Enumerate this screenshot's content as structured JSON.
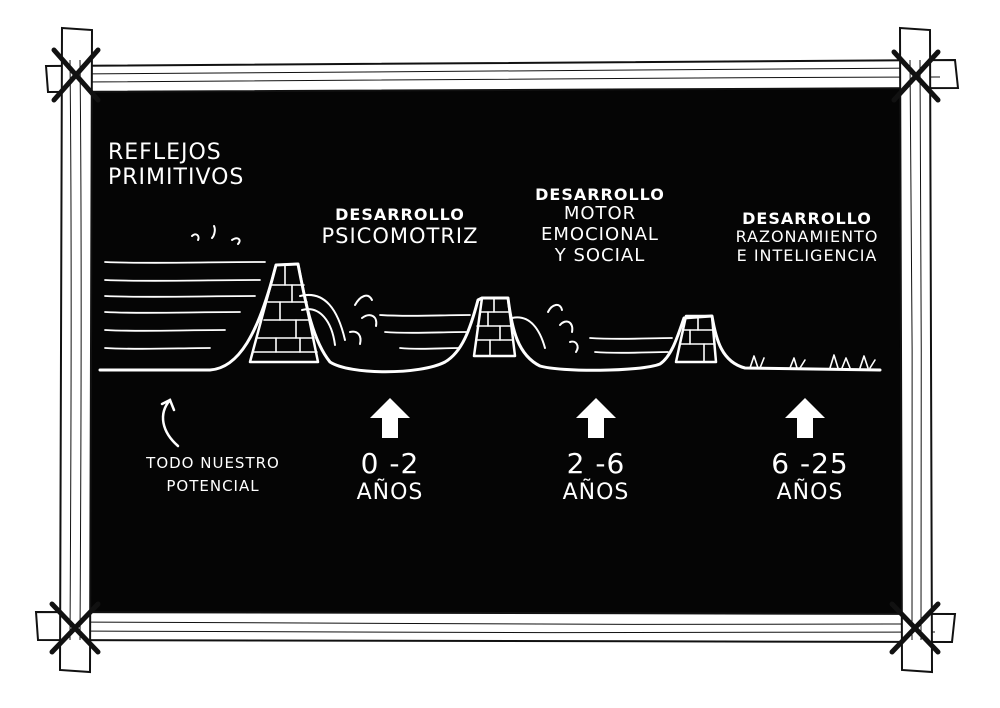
{
  "primitive_reflexes": {
    "line1": "REFLEJOS",
    "line2": "PRIMITIVOS"
  },
  "dams": [
    {
      "title_line1": "DESARROLLO",
      "title_line2": "PSICOMOTRIZ",
      "title_line3": "",
      "age_line1": "0 -2",
      "age_line2": "AÑOS"
    },
    {
      "title_line1": "DESARROLLO",
      "title_line2": "MOTOR",
      "title_line3": "EMOCIONAL",
      "title_line4": "Y SOCIAL",
      "age_line1": "2 -6",
      "age_line2": "AÑOS"
    },
    {
      "title_line1": "DESARROLLO",
      "title_line2": "RAZONAMIENTO",
      "title_line3": "E INTELIGENCIA",
      "age_line1": "6 -25",
      "age_line2": "AÑOS"
    }
  ],
  "potential": {
    "line1": "TODO NUESTRO",
    "line2": "POTENCIAL"
  },
  "colors": {
    "board": "#050505",
    "chalk": "#ffffff",
    "frame": "#ffffff",
    "frame_ink": "#111111"
  },
  "icons": [
    "curved-arrow-icon",
    "up-arrow-icon"
  ]
}
